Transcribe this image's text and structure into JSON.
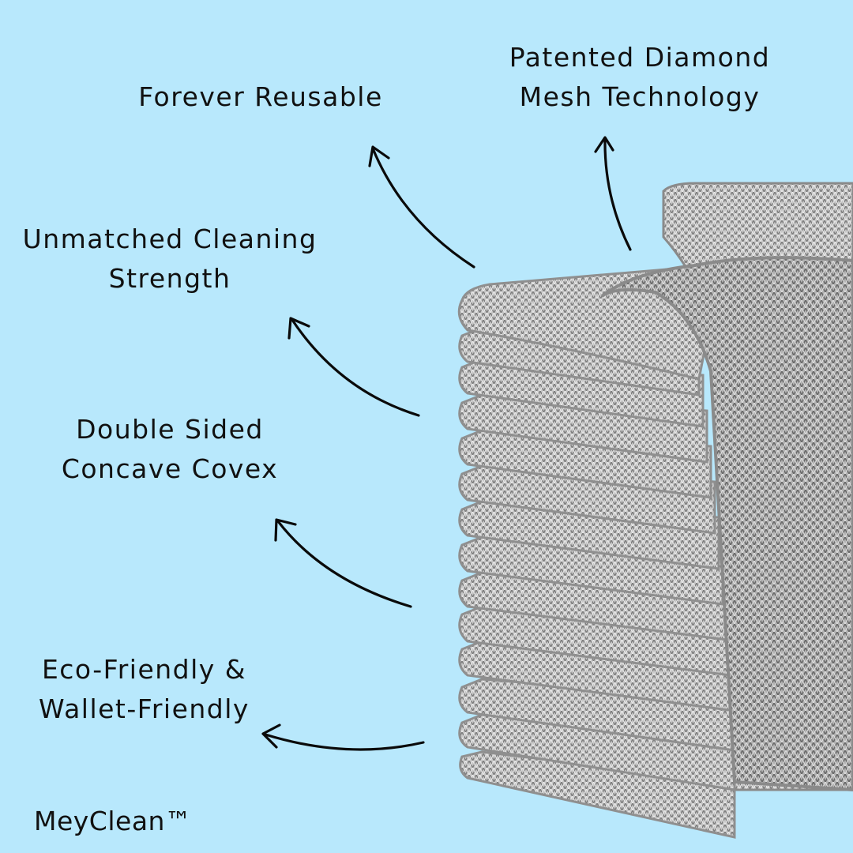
{
  "features": [
    {
      "lines": [
        "Forever Reusable"
      ]
    },
    {
      "lines": [
        "Patented Diamond",
        "Mesh Technology"
      ]
    },
    {
      "lines": [
        "Unmatched Cleaning",
        "Strength"
      ]
    },
    {
      "lines": [
        "Double Sided",
        "Concave Covex"
      ]
    },
    {
      "lines": [
        "Eco-Friendly &",
        "Wallet-Friendly"
      ]
    }
  ],
  "brand": "MeyClean™",
  "colors": {
    "background": "#b8e8fc",
    "text": "#111111",
    "cloth": "#b9b9b9"
  },
  "icons": [
    "curved-arrow-icon"
  ]
}
